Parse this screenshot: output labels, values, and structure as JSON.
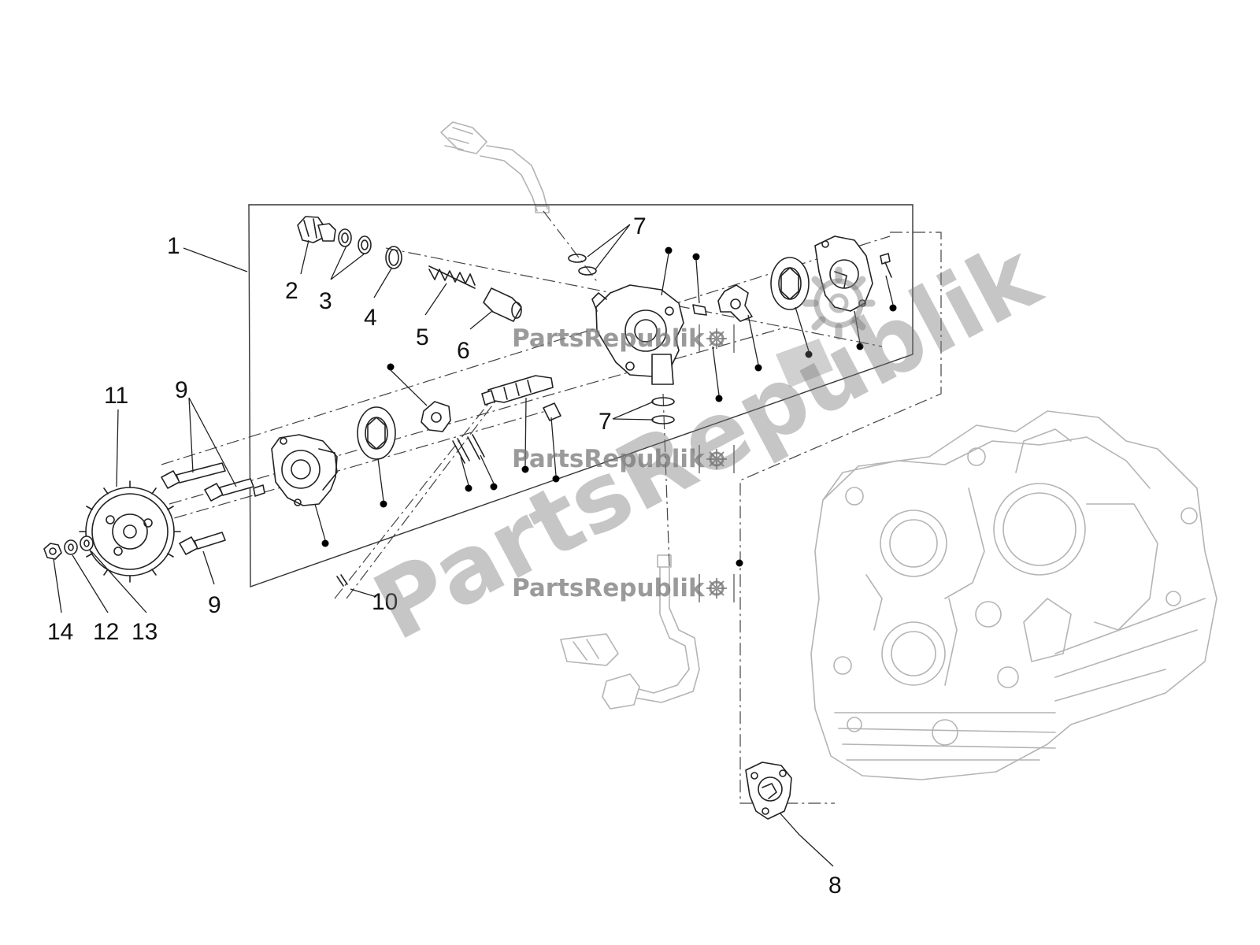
{
  "diagram": {
    "callouts": [
      "1",
      "2",
      "3",
      "4",
      "5",
      "6",
      "7",
      "7",
      "8",
      "9",
      "9",
      "10",
      "11",
      "12",
      "13",
      "14"
    ],
    "watermark": {
      "big_text": "PartsRepublik",
      "small_text": "PartsRepublik"
    },
    "icons": [
      "gear-icon",
      "wrench-icon"
    ],
    "colors": {
      "line": "#222222",
      "ghost_line": "#b4b4b4",
      "watermark": "#787878",
      "background": "#ffffff"
    }
  }
}
